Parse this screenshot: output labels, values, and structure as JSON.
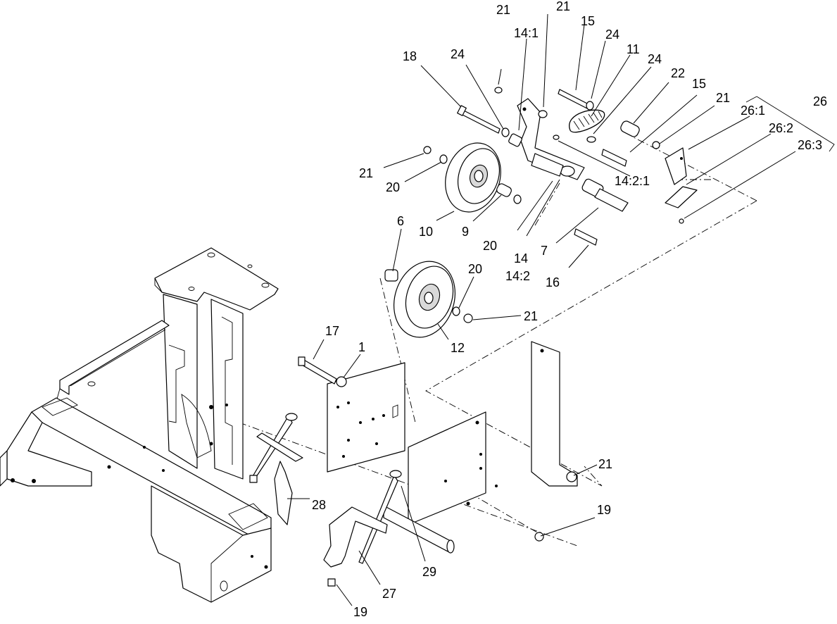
{
  "callouts": [
    {
      "id": "c1",
      "text": "21"
    },
    {
      "id": "c2",
      "text": "21"
    },
    {
      "id": "c3",
      "text": "14:1"
    },
    {
      "id": "c4",
      "text": "15"
    },
    {
      "id": "c5",
      "text": "24"
    },
    {
      "id": "c6",
      "text": "11"
    },
    {
      "id": "c7",
      "text": "24"
    },
    {
      "id": "c8",
      "text": "18"
    },
    {
      "id": "c9",
      "text": "24"
    },
    {
      "id": "c10",
      "text": "22"
    },
    {
      "id": "c11",
      "text": "15"
    },
    {
      "id": "c12",
      "text": "21"
    },
    {
      "id": "c13",
      "text": "26"
    },
    {
      "id": "c14",
      "text": "26:1"
    },
    {
      "id": "c15",
      "text": "26:2"
    },
    {
      "id": "c16",
      "text": "26:3"
    },
    {
      "id": "c17",
      "text": "21"
    },
    {
      "id": "c18",
      "text": "20"
    },
    {
      "id": "c19",
      "text": "14:2:1"
    },
    {
      "id": "c20",
      "text": "10"
    },
    {
      "id": "c21",
      "text": "9"
    },
    {
      "id": "c22",
      "text": "20"
    },
    {
      "id": "c23",
      "text": "14"
    },
    {
      "id": "c24",
      "text": "14:2"
    },
    {
      "id": "c25",
      "text": "7"
    },
    {
      "id": "c26",
      "text": "16"
    },
    {
      "id": "c27",
      "text": "6"
    },
    {
      "id": "c28",
      "text": "20"
    },
    {
      "id": "c29",
      "text": "21"
    },
    {
      "id": "c30",
      "text": "12"
    },
    {
      "id": "c31",
      "text": "17"
    },
    {
      "id": "c32",
      "text": "1"
    },
    {
      "id": "c33",
      "text": "21"
    },
    {
      "id": "c34",
      "text": "28"
    },
    {
      "id": "c35",
      "text": "19"
    },
    {
      "id": "c36",
      "text": "29"
    },
    {
      "id": "c37",
      "text": "27"
    },
    {
      "id": "c38",
      "text": "19"
    }
  ]
}
